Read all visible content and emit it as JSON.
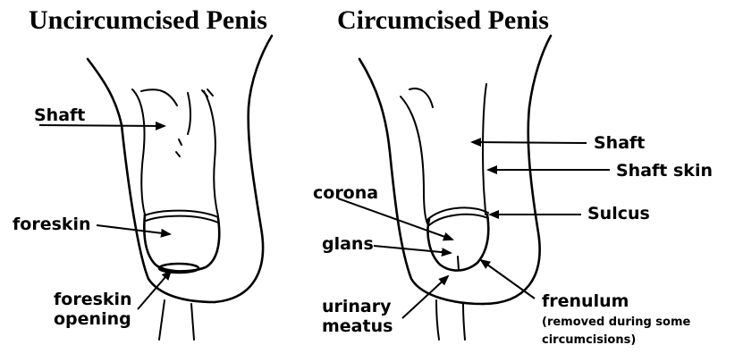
{
  "titles": {
    "left": "Uncircumcised Penis",
    "right": "Circumcised Penis"
  },
  "labels": {
    "left": {
      "shaft": "Shaft",
      "foreskin": "foreskin",
      "foreskin_opening_line1": "foreskin",
      "foreskin_opening_line2": "opening"
    },
    "right": {
      "shaft": "Shaft",
      "shaft_skin": "Shaft skin",
      "sulcus": "Sulcus",
      "corona": "corona",
      "glans": "glans",
      "urinary_meatus_line1": "urinary",
      "urinary_meatus_line2": "meatus",
      "frenulum": "frenulum",
      "frenulum_note_line1": "(removed during some",
      "frenulum_note_line2": "circumcisions)"
    }
  }
}
